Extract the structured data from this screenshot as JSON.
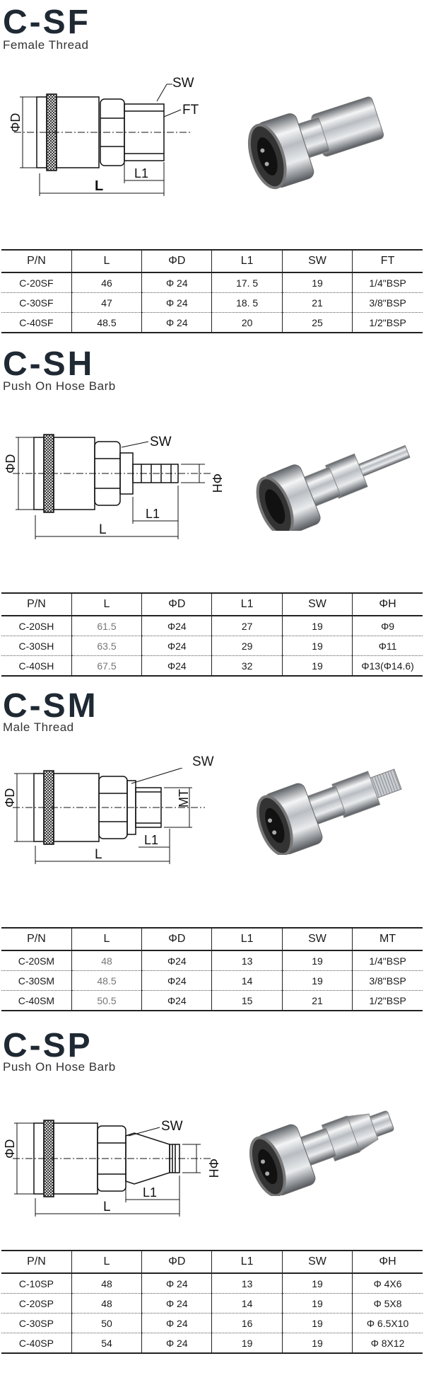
{
  "columns_common": [
    "P/N",
    "L",
    "ΦD",
    "L1",
    "SW"
  ],
  "sections": [
    {
      "id": "sf",
      "title": "C-SF",
      "subtitle": "Female Thread",
      "labels": {
        "d": "ΦD",
        "sw": "SW",
        "end": "FT",
        "l1": "L1",
        "l": "L"
      },
      "headers": [
        "P/N",
        "L",
        "ΦD",
        "L1",
        "SW",
        "FT"
      ],
      "rows": [
        [
          "C-20SF",
          "46",
          "Φ 24",
          "17. 5",
          "19",
          "1/4\"BSP"
        ],
        [
          "C-30SF",
          "47",
          "Φ 24",
          "18. 5",
          "21",
          "3/8\"BSP"
        ],
        [
          "C-40SF",
          "48.5",
          "Φ 24",
          "20",
          "25",
          "1/2\"BSP"
        ]
      ]
    },
    {
      "id": "sh",
      "title": "C-SH",
      "subtitle": "Push On Hose Barb",
      "labels": {
        "d": "ΦD",
        "sw": "SW",
        "end": "ΦH",
        "l1": "L1",
        "l": "L"
      },
      "headers": [
        "P/N",
        "L",
        "ΦD",
        "L1",
        "SW",
        "ΦH"
      ],
      "rows": [
        [
          "C-20SH",
          "61.5",
          "Φ24",
          "27",
          "19",
          "Φ9"
        ],
        [
          "C-30SH",
          "63.5",
          "Φ24",
          "29",
          "19",
          "Φ11"
        ],
        [
          "C-40SH",
          "67.5",
          "Φ24",
          "32",
          "19",
          "Φ13(Φ14.6)"
        ]
      ]
    },
    {
      "id": "sm",
      "title": "C-SM",
      "subtitle": "Male Thread",
      "labels": {
        "d": "ΦD",
        "sw": "SW",
        "end": "MT",
        "l1": "L1",
        "l": "L"
      },
      "headers": [
        "P/N",
        "L",
        "ΦD",
        "L1",
        "SW",
        "MT"
      ],
      "rows": [
        [
          "C-20SM",
          "48",
          "Φ24",
          "13",
          "19",
          "1/4\"BSP"
        ],
        [
          "C-30SM",
          "48.5",
          "Φ24",
          "14",
          "19",
          "3/8\"BSP"
        ],
        [
          "C-40SM",
          "50.5",
          "Φ24",
          "15",
          "21",
          "1/2\"BSP"
        ]
      ]
    },
    {
      "id": "sp",
      "title": "C-SP",
      "subtitle": "Push On Hose Barb",
      "labels": {
        "d": "ΦD",
        "sw": "SW",
        "end": "ΦH",
        "l1": "L1",
        "l": "L"
      },
      "headers": [
        "P/N",
        "L",
        "ΦD",
        "L1",
        "SW",
        "ΦH"
      ],
      "rows": [
        [
          "C-10SP",
          "48",
          "Φ 24",
          "13",
          "19",
          "Φ 4X6"
        ],
        [
          "C-20SP",
          "48",
          "Φ 24",
          "14",
          "19",
          "Φ 5X8"
        ],
        [
          "C-30SP",
          "50",
          "Φ 24",
          "16",
          "19",
          "Φ 6.5X10"
        ],
        [
          "C-40SP",
          "54",
          "Φ 24",
          "19",
          "19",
          "Φ 8X12"
        ]
      ]
    }
  ]
}
